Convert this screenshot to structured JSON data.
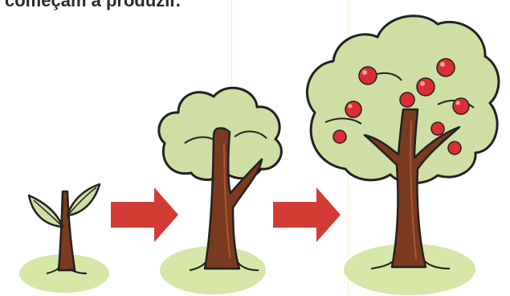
{
  "caption": {
    "text": "começam a produzir."
  },
  "stages": [
    {
      "name": "seedling"
    },
    {
      "name": "young-tree"
    },
    {
      "name": "fruiting-tree",
      "fruit_count": 9
    }
  ],
  "colors": {
    "arrow": "#d23c35",
    "foliage": "#cfdea3",
    "ground": "#d6e7a8",
    "trunk": "#7a3a1e",
    "fruit": "#db2f35",
    "outline": "#222222"
  }
}
